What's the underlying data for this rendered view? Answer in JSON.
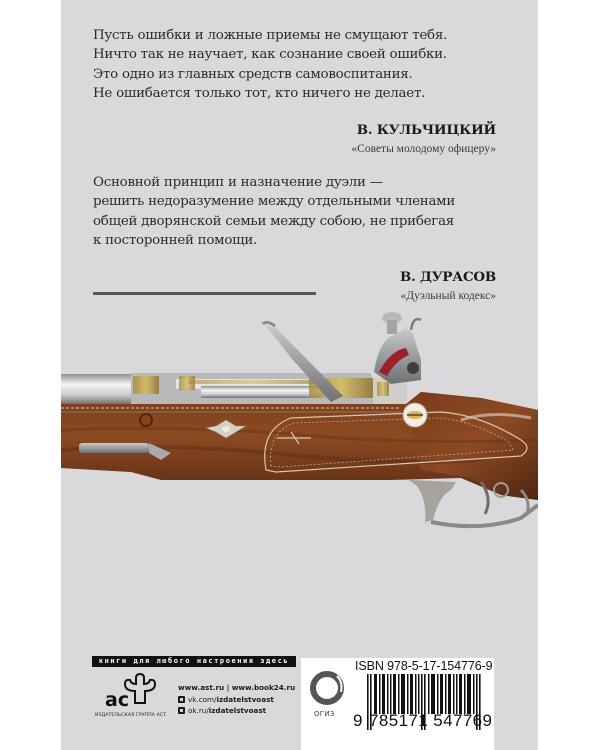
{
  "cover": {
    "background_color": "#d9d9db",
    "quotes": [
      {
        "text": "Пусть ошибки и ложные приемы не смущают тебя.\nНичто так не научает, как сознание своей ошибки.\nЭто одно из главных средств самовоспитания.\nНе ошибается только тот, кто ничего не делает.",
        "author": "В. КУЛЬЧИЦКИЙ",
        "source": "«Советы молодому офицеру»"
      },
      {
        "text": "Основной принцип и назначение дуэли —\nрешить недоразумение между отдельными членами\nобщей дворянской семьи между собою, не прибегая\nк посторонней помощи.",
        "author": "В. ДУРАСОВ",
        "source": "«Дуэльный кодекс»"
      }
    ],
    "illustration": {
      "subject": "antique flintlock pistol",
      "icon": "flintlock-pistol-illustration"
    }
  },
  "footer": {
    "tagline": "книги для любого настроения здесь",
    "publisher_logo_text": "аст",
    "publisher_caption": "ИЗДАТЕЛЬСКАЯ ГРУППА АСТ",
    "websites": "www.ast.ru | www.book24.ru",
    "social": [
      {
        "icon": "vk-icon",
        "prefix": "vk.com/",
        "handle": "izdatelstvoast"
      },
      {
        "icon": "ok-icon",
        "prefix": "ok.ru/",
        "handle": "izdatelstvoast"
      }
    ],
    "ogiz_label": "ОГИЗ",
    "isbn": "ISBN 978-5-17-154776-9",
    "ean_first_digit": "9",
    "ean_digits": "785171 547769"
  }
}
